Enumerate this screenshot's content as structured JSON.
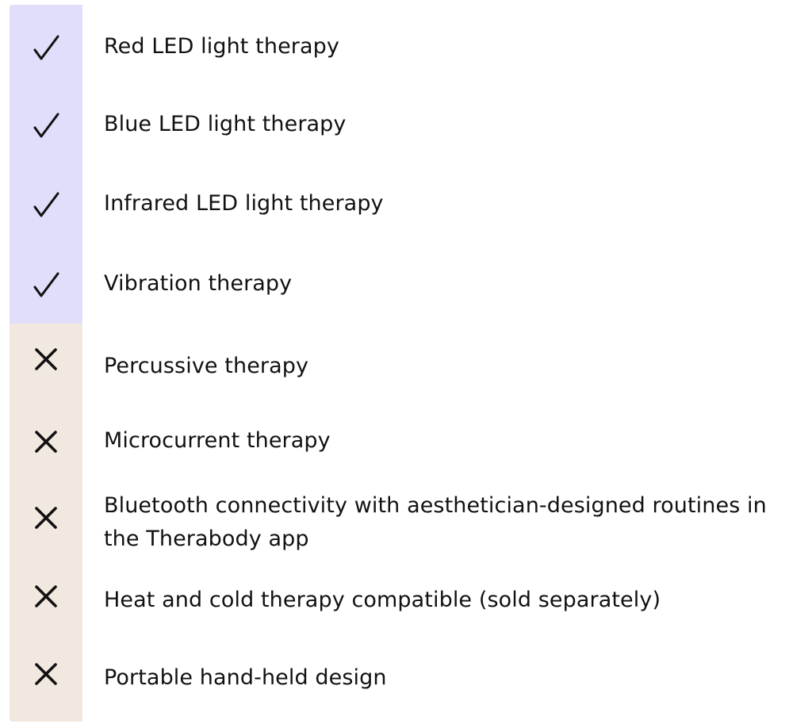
{
  "colors": {
    "included_band": "#e0defa",
    "excluded_band": "#f1e8df",
    "text": "#111111"
  },
  "features": [
    {
      "label": "Red LED light therapy",
      "status": "included",
      "icon": "checkmark-icon"
    },
    {
      "label": "Blue LED light therapy",
      "status": "included",
      "icon": "checkmark-icon"
    },
    {
      "label": "Infrared LED light therapy",
      "status": "included",
      "icon": "checkmark-icon"
    },
    {
      "label": "Vibration therapy",
      "status": "included",
      "icon": "checkmark-icon"
    },
    {
      "label": "Percussive therapy",
      "status": "excluded",
      "icon": "cross-icon"
    },
    {
      "label": "Microcurrent therapy",
      "status": "excluded",
      "icon": "cross-icon"
    },
    {
      "label": "Bluetooth connectivity with aesthetician-designed routines in the Therabody app",
      "status": "excluded",
      "icon": "cross-icon"
    },
    {
      "label": "Heat and cold therapy compatible (sold separately)",
      "status": "excluded",
      "icon": "cross-icon"
    },
    {
      "label": "Portable hand-held design",
      "status": "excluded",
      "icon": "cross-icon"
    }
  ]
}
